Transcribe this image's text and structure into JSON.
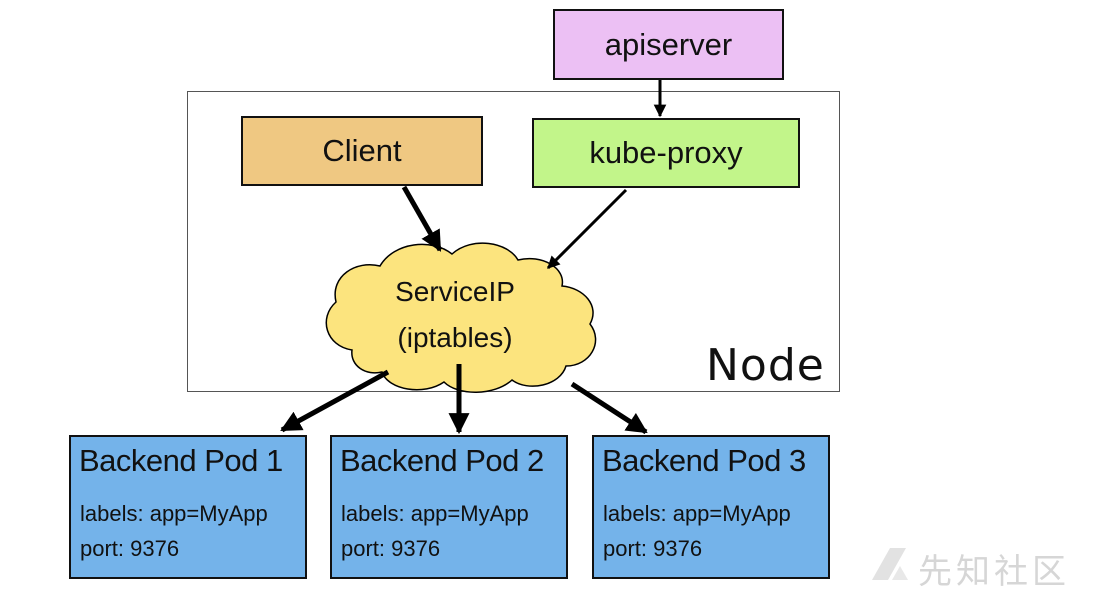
{
  "colors": {
    "apiserver_fill": "#ecc0f4",
    "client_fill": "#efc882",
    "kube_proxy_fill": "#c2f58a",
    "service_cloud_fill": "#fce47e",
    "pod_fill": "#74b3ea",
    "arrow": "#000000",
    "watermark": "#d6d6d6"
  },
  "diagram": {
    "apiserver": {
      "label": "apiserver"
    },
    "node": {
      "label": "Node"
    },
    "client": {
      "label": "Client"
    },
    "kube_proxy": {
      "label": "kube-proxy"
    },
    "service": {
      "line1": "ServiceIP",
      "line2": "(iptables)"
    },
    "pods": [
      {
        "title": "Backend Pod 1",
        "labels": "labels: app=MyApp",
        "port": "port: 9376"
      },
      {
        "title": "Backend Pod 2",
        "labels": "labels: app=MyApp",
        "port": "port: 9376"
      },
      {
        "title": "Backend Pod 3",
        "labels": "labels: app=MyApp",
        "port": "port: 9376"
      }
    ],
    "edges": [
      {
        "from": "apiserver",
        "to": "kube-proxy"
      },
      {
        "from": "client",
        "to": "service"
      },
      {
        "from": "kube-proxy",
        "to": "service"
      },
      {
        "from": "service",
        "to": "backend-pod-1"
      },
      {
        "from": "service",
        "to": "backend-pod-2"
      },
      {
        "from": "service",
        "to": "backend-pod-3"
      }
    ]
  },
  "watermark": {
    "text": "先知社区"
  }
}
